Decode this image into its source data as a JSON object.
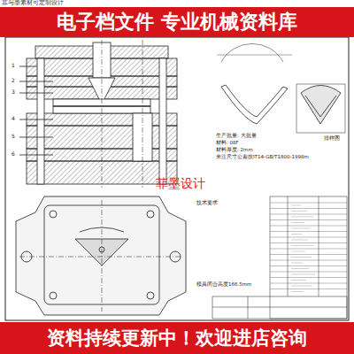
{
  "diagram": {
    "nodes": [
      {
        "text": [
          "电子档文件 专业机械资料库"
        ]
      },
      {
        "text": [
          "资料持续更新中！欢迎进店咨询"
        ]
      }
    ],
    "labels": [
      "菲与墨素材可定制设计",
      "菲墨设计",
      "生产批量: 大批量",
      "材料: 08F",
      "材料厚度: 2mm",
      "未注尺寸公差按IT14-GB/T1800-1998m",
      "排样图",
      "技术要求",
      "模具闭合高度166.5mm",
      "1",
      "2",
      "3",
      "4",
      "5",
      "6"
    ]
  }
}
